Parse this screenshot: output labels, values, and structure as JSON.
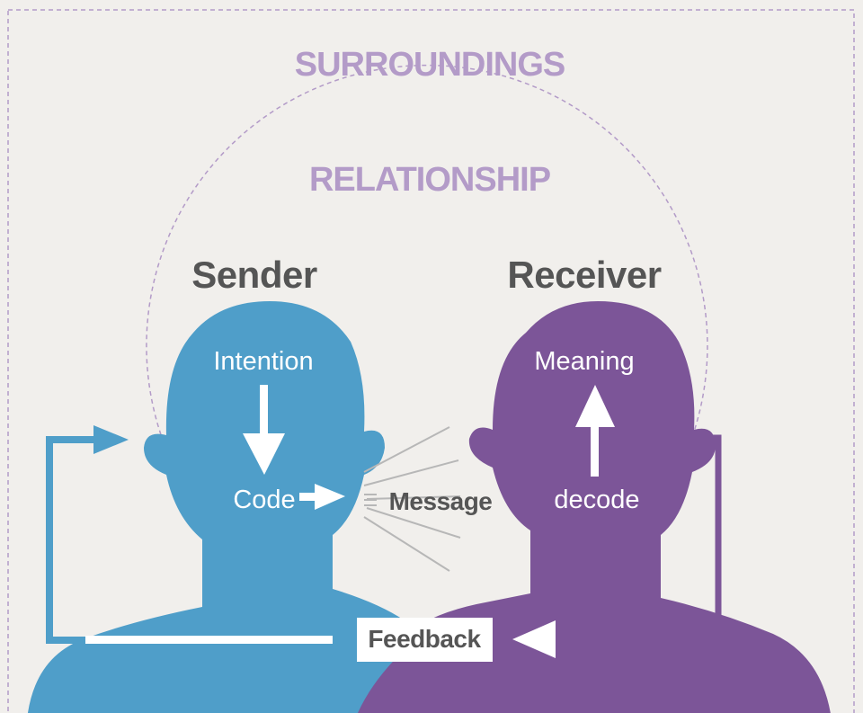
{
  "colors": {
    "background": "#f1efec",
    "sender": "#4f9ec9",
    "receiver": "#7c5598",
    "outline": "#b39bc8",
    "label_dark": "#555555",
    "context_label": "#b39bc8",
    "white": "#ffffff"
  },
  "labels": {
    "surroundings": "SURROUNDINGS",
    "relationship": "RELATIONSHIP",
    "sender": "Sender",
    "receiver": "Receiver",
    "intention": "Intention",
    "code": "Code",
    "message": "Message",
    "meaning": "Meaning",
    "decode": "decode",
    "feedback": "Feedback"
  }
}
